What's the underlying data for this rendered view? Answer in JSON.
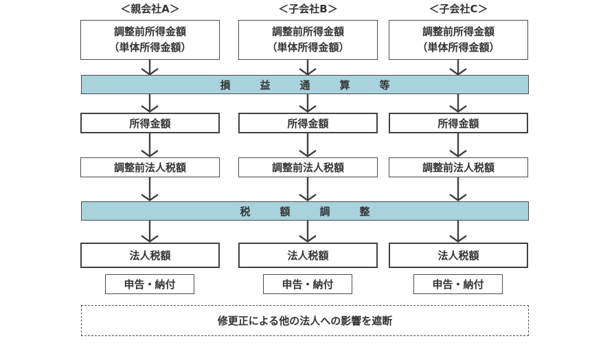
{
  "diagram": {
    "title_note": "修更正による他の法人への影響を遮断",
    "columns": [
      {
        "header": "＜親会社A＞",
        "pre_income_line1": "調整前所得金額",
        "pre_income_line2": "（単体所得金額）",
        "income": "所得金額",
        "pre_tax": "調整前法人税額",
        "tax": "法人税額",
        "filing": "申告・納付"
      },
      {
        "header": "＜子会社B＞",
        "pre_income_line1": "調整前所得金額",
        "pre_income_line2": "（単体所得金額）",
        "income": "所得金額",
        "pre_tax": "調整前法人税額",
        "tax": "法人税額",
        "filing": "申告・納付"
      },
      {
        "header": "＜子会社C＞",
        "pre_income_line1": "調整前所得金額",
        "pre_income_line2": "（単体所得金額）",
        "income": "所得金額",
        "pre_tax": "調整前法人税額",
        "tax": "法人税額",
        "filing": "申告・納付"
      }
    ],
    "bands": [
      {
        "label": "損益通算等"
      },
      {
        "label": "税額調整"
      }
    ],
    "colors": {
      "band_fill": "#a8d3dc",
      "box_border": "#4a4a4a",
      "bold_box_border": "#404040",
      "arrow": "#3f3f3f",
      "text": "#333333"
    }
  }
}
